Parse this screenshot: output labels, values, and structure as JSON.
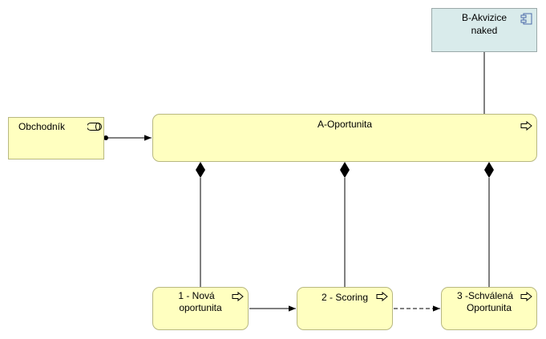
{
  "nodes": {
    "akvizice": {
      "line1": "B-Akvizice",
      "line2": "naked",
      "icon": "application-component-icon"
    },
    "obchodnik": {
      "label": "Obchodník",
      "icon": "business-role-icon"
    },
    "oportunita": {
      "label": "A-Oportunita",
      "icon": "business-process-icon"
    },
    "nova": {
      "line1": "1 - Nová",
      "line2": "oportunita",
      "icon": "business-process-icon"
    },
    "scoring": {
      "label": "2 - Scoring",
      "icon": "business-process-icon"
    },
    "schvalena": {
      "line1": "3  -Schválená",
      "line2": "Oportunita",
      "icon": "business-process-icon"
    }
  },
  "relations": [
    {
      "from": "akvizice",
      "to": "oportunita",
      "type": "association"
    },
    {
      "from": "obchodnik",
      "to": "oportunita",
      "type": "assignment"
    },
    {
      "from": "oportunita",
      "to": "nova",
      "type": "composition"
    },
    {
      "from": "oportunita",
      "to": "scoring",
      "type": "composition"
    },
    {
      "from": "oportunita",
      "to": "schvalena",
      "type": "composition"
    },
    {
      "from": "nova",
      "to": "scoring",
      "type": "triggering"
    },
    {
      "from": "scoring",
      "to": "schvalena",
      "type": "flow"
    }
  ],
  "colors": {
    "business": "#ffffc0",
    "application": "#d9ebeb",
    "line": "#000000"
  }
}
